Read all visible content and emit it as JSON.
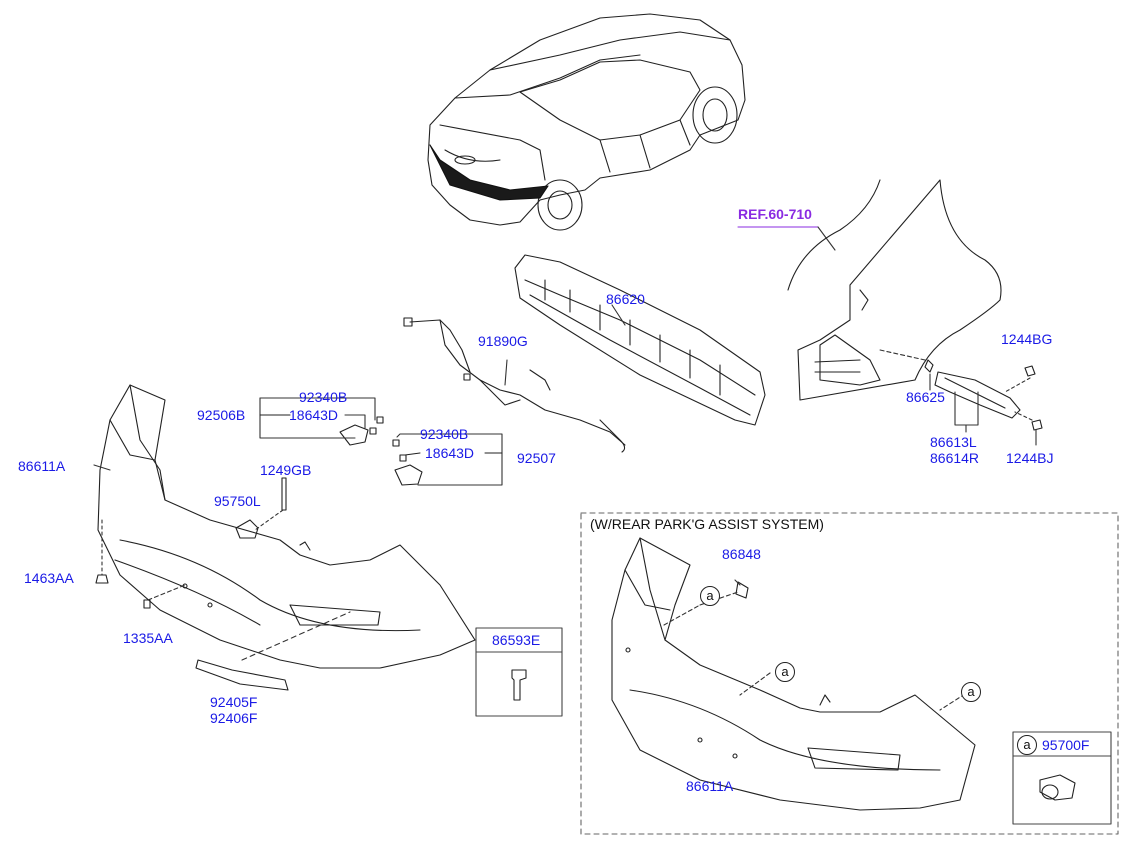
{
  "ref_label": "REF.60-710",
  "option_box_title": "(W/REAR PARK'G ASSIST SYSTEM)",
  "circle_marker": "a",
  "parts": {
    "p86620": "86620",
    "p91890G": "91890G",
    "p92340B_1": "92340B",
    "p18643D_1": "18643D",
    "p92506B": "92506B",
    "p92340B_2": "92340B",
    "p18643D_2": "18643D",
    "p92507": "92507",
    "p86611A_1": "86611A",
    "p1249GB": "1249GB",
    "p95750L": "95750L",
    "p1463AA": "1463AA",
    "p1335AA": "1335AA",
    "p92405F": "92405F",
    "p92406F": "92406F",
    "p86593E": "86593E",
    "p1244BG": "1244BG",
    "p86625": "86625",
    "p86613L": "86613L",
    "p86614R": "86614R",
    "p1244BJ": "1244BJ",
    "p86848": "86848",
    "p86611A_2": "86611A",
    "p95700F": "95700F"
  },
  "colors": {
    "part_label": "#1a1ae6",
    "ref_label": "#8a2be2",
    "line": "#222222"
  }
}
